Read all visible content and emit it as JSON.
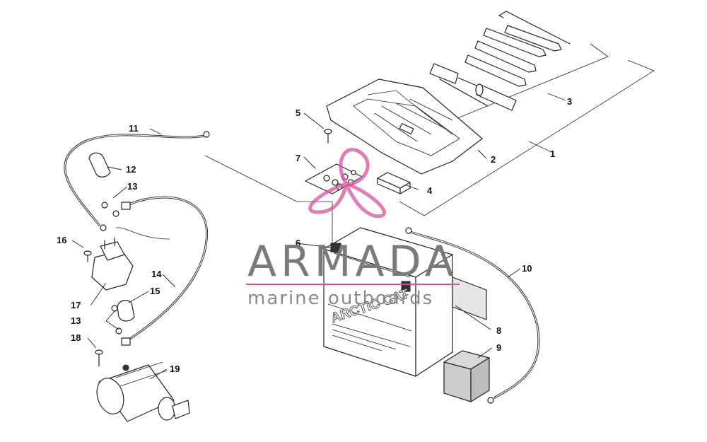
{
  "callouts": [
    "1",
    "2",
    "3",
    "4",
    "5",
    "6",
    "7",
    "8",
    "9",
    "10",
    "11",
    "12",
    "13",
    "13",
    "14",
    "15",
    "16",
    "17",
    "18",
    "19"
  ],
  "battery_brand": "ARCTIC CAT",
  "watermark": {
    "title": "ARMADA",
    "subtitle": "marine outboards",
    "accent_color": "#d9519b",
    "text_color": "#7a7a7a"
  }
}
